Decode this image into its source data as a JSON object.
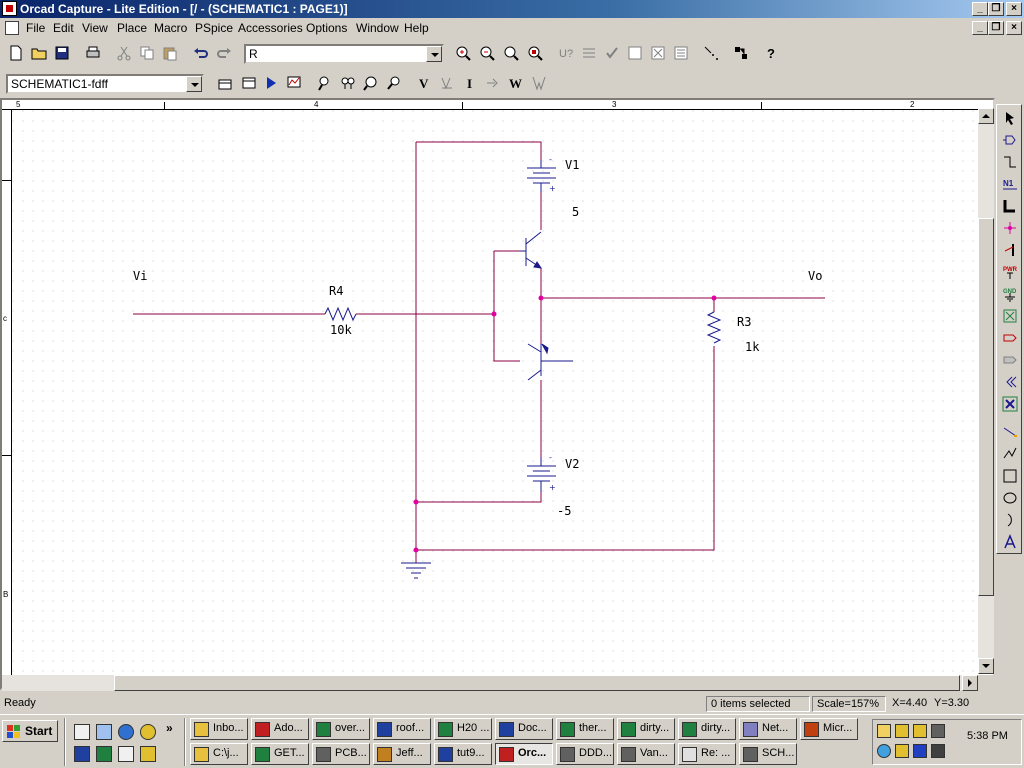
{
  "window": {
    "title": "Orcad Capture - Lite Edition - [/ - (SCHEMATIC1 : PAGE1)]"
  },
  "menu": [
    "File",
    "Edit",
    "View",
    "Place",
    "Macro",
    "PSpice",
    "Accessories",
    "Options",
    "Window",
    "Help"
  ],
  "toolbar1": {
    "part_combo_value": "R"
  },
  "toolbar2": {
    "profile_combo_value": "SCHEMATIC1-fdff",
    "text_buttons": [
      "V",
      "I",
      "W"
    ]
  },
  "ruler": {
    "top_labels": [
      "5",
      "4",
      "3",
      "2"
    ],
    "left_labels": [
      "c",
      "B"
    ]
  },
  "schematic": {
    "wire_color": "#8b0046",
    "part_color": "#1a1a8c",
    "junction_color": "#e000a0",
    "labels": {
      "vi": "Vi",
      "vo": "Vo",
      "r4_ref": "R4",
      "r4_value": "10k",
      "r3_ref": "R3",
      "r3_value": "1k",
      "v1_ref": "V1",
      "v1_value": "5",
      "v2_ref": "V2",
      "v2_value": "-5",
      "minus": "-",
      "plus": "+"
    }
  },
  "palette": {
    "tools": [
      "select-icon",
      "place-part-icon",
      "place-wire-icon",
      "net-alias-icon",
      "bus-icon",
      "junction-icon",
      "bus-entry-icon",
      "power-icon",
      "ground-icon",
      "hierarchical-block-icon",
      "hierarchical-port-icon",
      "hierarchical-pin-icon",
      "off-page-connector-icon",
      "no-connect-icon",
      "line-icon",
      "polyline-icon",
      "rectangle-icon",
      "ellipse-icon",
      "arc-icon",
      "text-icon"
    ],
    "text_labels": {
      "net_alias": "N1",
      "power": "PWR",
      "ground": "GND"
    }
  },
  "status": {
    "ready": "Ready",
    "selection": "0 items selected",
    "scale": "Scale=157%",
    "x": "X=4.40",
    "y": "Y=3.30"
  },
  "taskbar": {
    "start_label": "Start",
    "row1": [
      {
        "label": "Inbo...",
        "color": "#e8c040"
      },
      {
        "label": "Ado...",
        "color": "#c02020"
      },
      {
        "label": "over...",
        "color": "#208040"
      },
      {
        "label": "roof...",
        "color": "#2040a0"
      },
      {
        "label": "H20 ...",
        "color": "#208040"
      },
      {
        "label": "Doc...",
        "color": "#2040a0"
      },
      {
        "label": "ther...",
        "color": "#208040"
      },
      {
        "label": "dirty...",
        "color": "#208040"
      },
      {
        "label": "dirty...",
        "color": "#208040"
      },
      {
        "label": "Net...",
        "color": "#8080c0"
      },
      {
        "label": "Micr...",
        "color": "#c04010"
      }
    ],
    "row2": [
      {
        "label": "C:\\j...",
        "color": "#e8c040"
      },
      {
        "label": "GET...",
        "color": "#208040"
      },
      {
        "label": "PCB...",
        "color": "#606060"
      },
      {
        "label": "Jeff...",
        "color": "#c08020"
      },
      {
        "label": "tut9...",
        "color": "#2040a0"
      },
      {
        "label": "Orc...",
        "color": "#c02020",
        "active": true
      },
      {
        "label": "DDD...",
        "color": "#606060"
      },
      {
        "label": "Van...",
        "color": "#606060"
      },
      {
        "label": "Re: ...",
        "color": "#e0e0e0"
      },
      {
        "label": "SCH...",
        "color": "#606060"
      }
    ],
    "clock": "5:38 PM",
    "quicklaunch_more": "»"
  }
}
